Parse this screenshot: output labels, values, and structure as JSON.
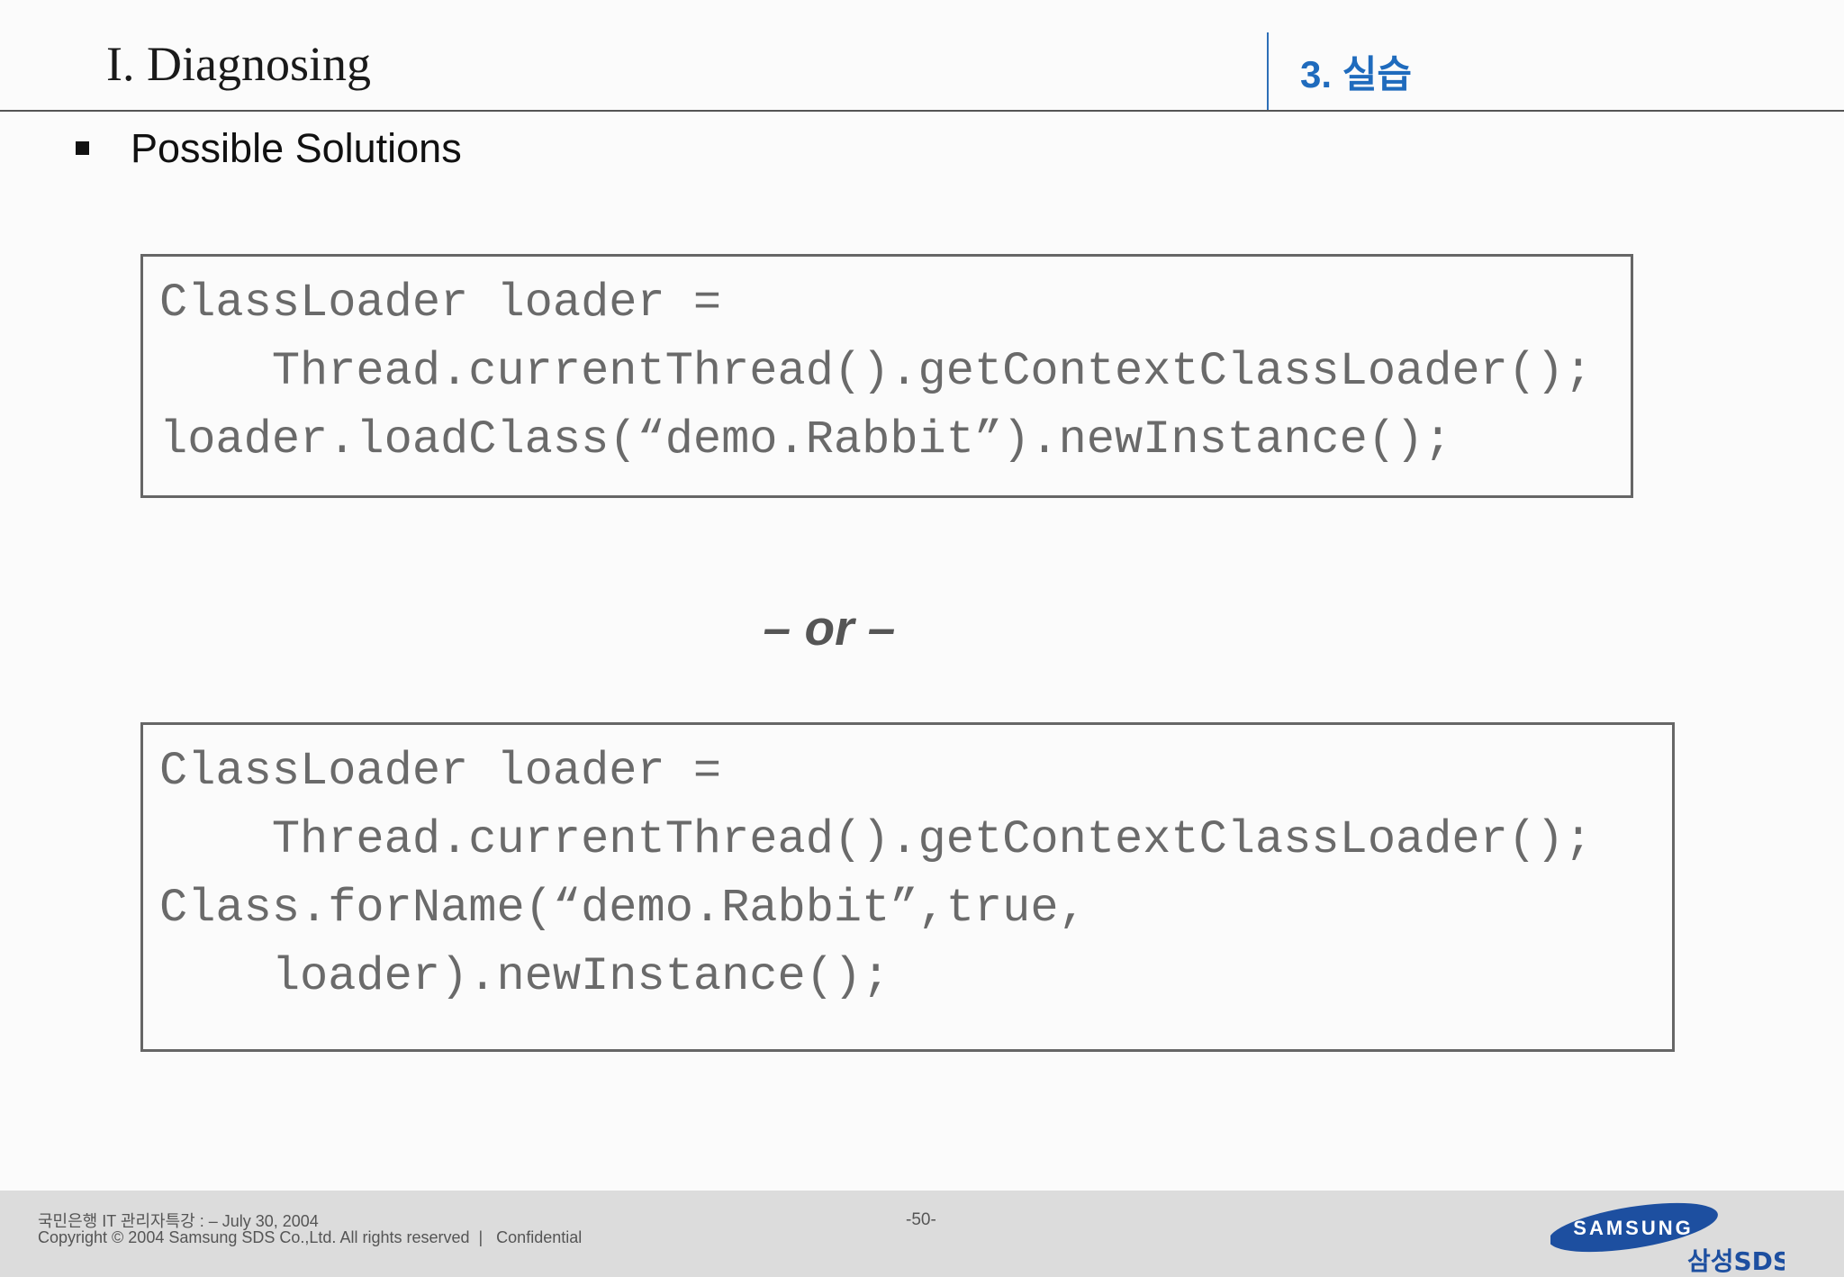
{
  "header": {
    "title": "I. Diagnosing",
    "section": "3. 실습"
  },
  "bullet": {
    "text": "Possible Solutions"
  },
  "code_block_1": {
    "lines": [
      "ClassLoader loader =",
      "    Thread.currentThread().getContextClassLoader();",
      "loader.loadClass(“demo.Rabbit”).newInstance();"
    ]
  },
  "separator": {
    "text": "– or –"
  },
  "code_block_2": {
    "lines": [
      "ClassLoader loader =",
      "    Thread.currentThread().getContextClassLoader();",
      "Class.forName(“demo.Rabbit”,true,",
      "    loader).newInstance();"
    ]
  },
  "footer": {
    "line1": "국민은행 IT 관리자특강 : – July 30, 2004",
    "line2": "Copyright © 2004 Samsung SDS Co.,Ltd. All rights reserved  |   Confidential",
    "page": "-50-",
    "logo_brand": "SAMSUNG",
    "logo_sub": "삼성SDS"
  },
  "colors": {
    "accent": "#1f6bbd",
    "logo_blue": "#1d4fa0",
    "code_text": "#6a6a6a",
    "footer_bg": "#dcdcdc"
  }
}
